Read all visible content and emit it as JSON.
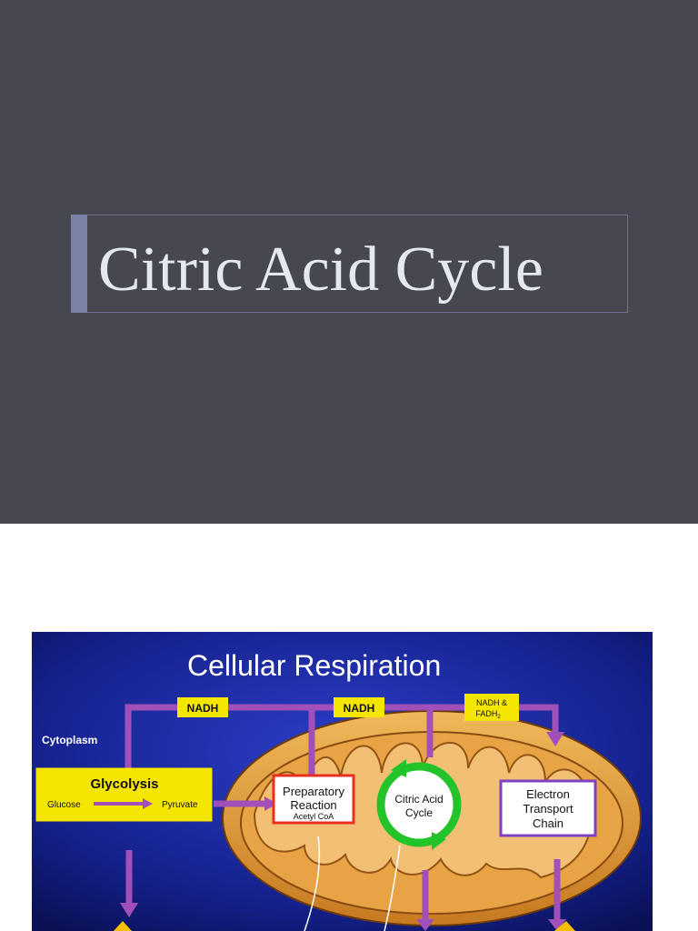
{
  "slide1": {
    "title": "Citric Acid Cycle"
  },
  "slide2": {
    "heading": "Cellular Respiration",
    "nadh_1": "NADH",
    "nadh_2": "NADH",
    "nadh_fadh_line1": "NADH &",
    "nadh_fadh_line2": "FADH",
    "nadh_fadh_sub": "2",
    "cytoplasm": "Cytoplasm",
    "glycolysis": "Glycolysis",
    "glucose": "Glucose",
    "pyruvate": "Pyruvate",
    "prep_line1": "Preparatory",
    "prep_line2": "Reaction",
    "acetyl": "Acetyl CoA",
    "cac_line1": "Citric Acid",
    "cac_line2": "Cycle",
    "etc_line1": "Electron",
    "etc_line2": "Transport",
    "etc_line3": "Chain"
  },
  "colors": {
    "slide_bg": "#47474f",
    "accent_bar": "#7a82a8",
    "arrow_purple": "#a050b8",
    "label_yellow": "#f5e600",
    "cycle_green": "#22c42a"
  }
}
